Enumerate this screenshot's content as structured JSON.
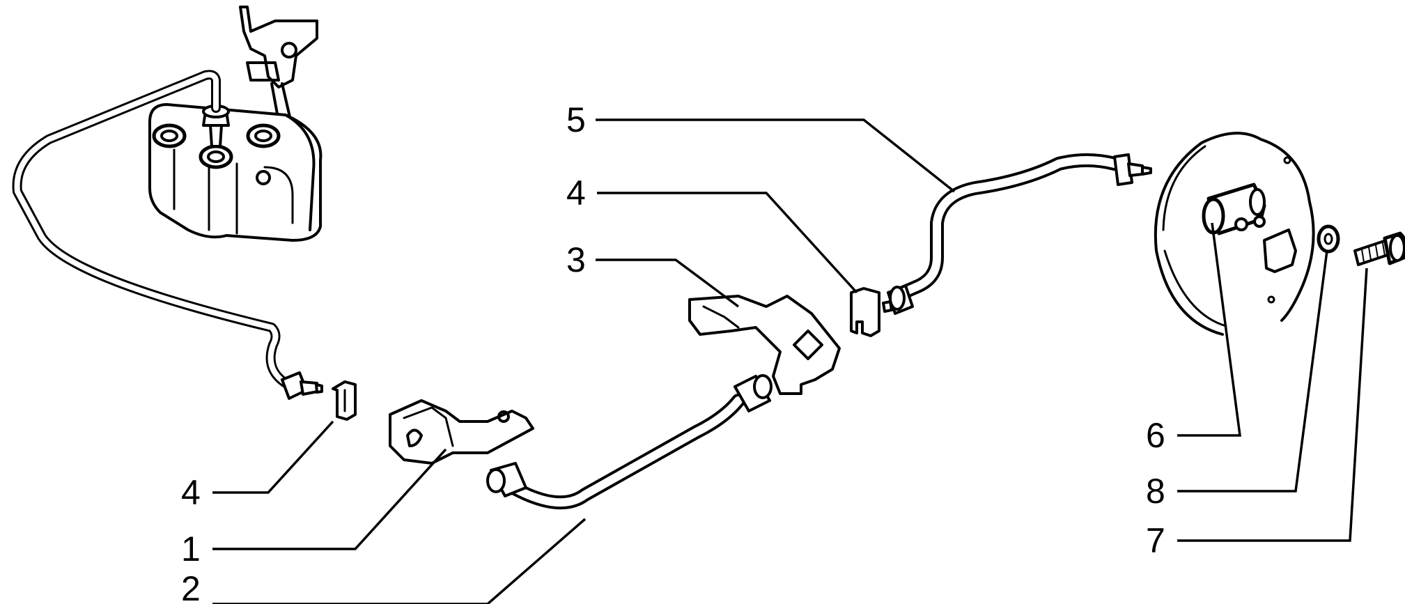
{
  "callouts": {
    "c4_left": "4",
    "c1": "1",
    "c2": "2",
    "c3": "3",
    "c4_top": "4",
    "c5": "5",
    "c6": "6",
    "c8": "8",
    "c7": "7"
  },
  "colors": {
    "ink": "#000000",
    "background": "#ffffff"
  }
}
